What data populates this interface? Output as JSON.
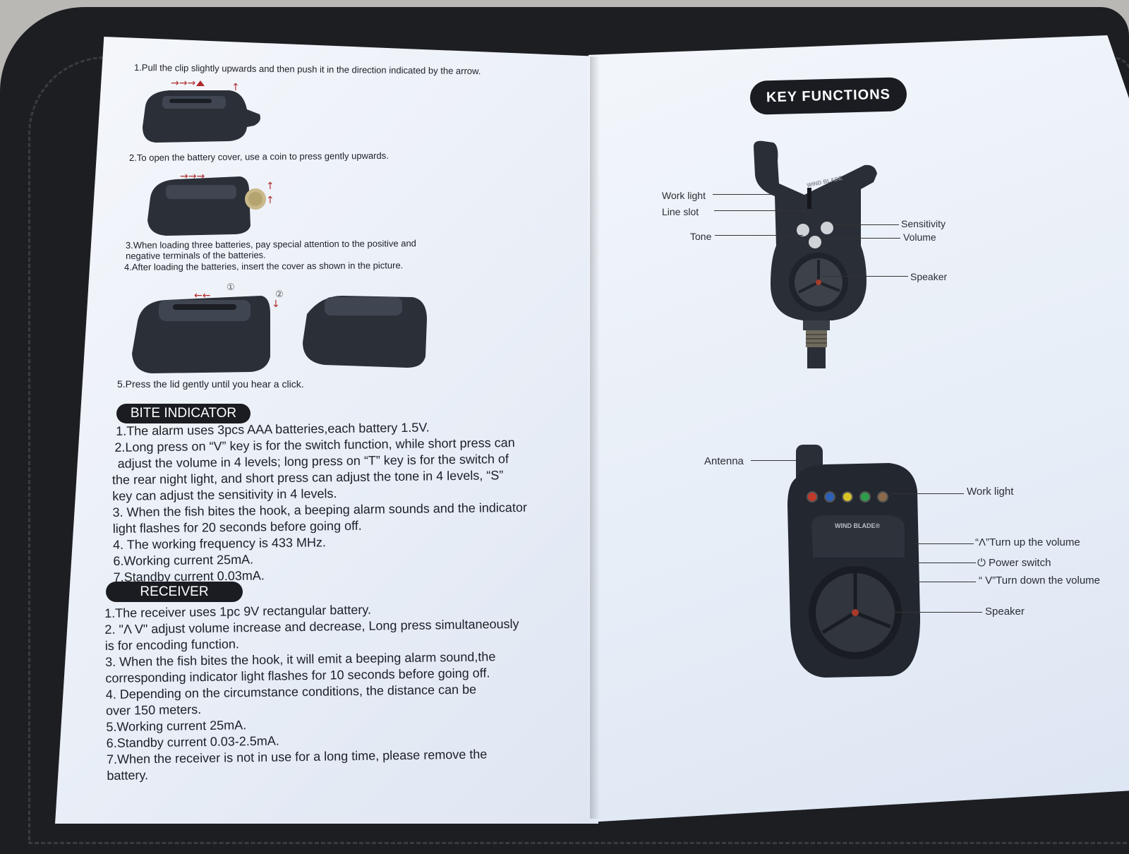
{
  "left_page": {
    "step1": "1.Pull the clip slightly upwards and then push it in the direction indicated by the arrow.",
    "step2": "2.To open the battery cover, use a coin to press gently upwards.",
    "step3_line1": "3.When loading three batteries, pay special attention to the positive and",
    "step3_line2": "negative terminals of the batteries.",
    "step4": "4.After loading the batteries, insert the cover as shown in the picture.",
    "marker1": "①",
    "marker2": "②",
    "step5": "5.Press the lid gently until you hear a click.",
    "bite_indicator": {
      "heading": "BITE INDICATOR",
      "lines": [
        "1.The alarm uses 3pcs AAA batteries,each battery 1.5V.",
        "2.Long press on “V” key is for the switch function, while short press can",
        "adjust the volume in 4 levels; long press on “T” key is for the switch of",
        "the rear night light, and short press can adjust the tone in 4 levels, “S”",
        "key can adjust the sensitivity in 4 levels.",
        "3. When the fish bites the hook, a beeping alarm sounds and the indicator",
        "light flashes for 20 seconds before going off.",
        "4. The working frequency is 433 MHz.",
        "6.Working current 25mA.",
        "7.Standby current 0.03mA."
      ]
    },
    "receiver": {
      "heading": "RECEIVER",
      "lines": [
        "1.The receiver uses 1pc 9V rectangular battery.",
        "2. \"Λ V\" adjust volume increase and decrease, Long press simultaneously",
        "is for encoding function.",
        "3. When the fish bites the hook, it will emit a beeping alarm sound,the",
        "corresponding indicator light flashes for 10 seconds before going off.",
        "4. Depending on the circumstance conditions, the distance can be",
        "over 150 meters.",
        "5.Working current 25mA.",
        "6.Standby current 0.03-2.5mA.",
        "7.When the receiver is not in use for a long time, please remove the",
        "battery."
      ]
    }
  },
  "right_page": {
    "heading": "KEY FUNCTIONS",
    "bite_alarm_labels": {
      "work_light": "Work light",
      "line_slot": "Line slot",
      "tone": "Tone",
      "sensitivity": "Sensitivity",
      "volume": "Volume",
      "speaker": "Speaker",
      "brand": "WIND BLADE"
    },
    "receiver_labels": {
      "antenna": "Antenna",
      "work_light": "Work light",
      "turn_up": "“Λ”Turn up the volume",
      "power_switch": "Power switch",
      "turn_down": "“ V”Turn down the volume",
      "speaker": "Speaker",
      "brand": "WIND BLADE®"
    },
    "led_colors": [
      "#c0392b",
      "#2c5fb8",
      "#d8c227",
      "#2e9c4a",
      "#8a6a4a"
    ]
  }
}
